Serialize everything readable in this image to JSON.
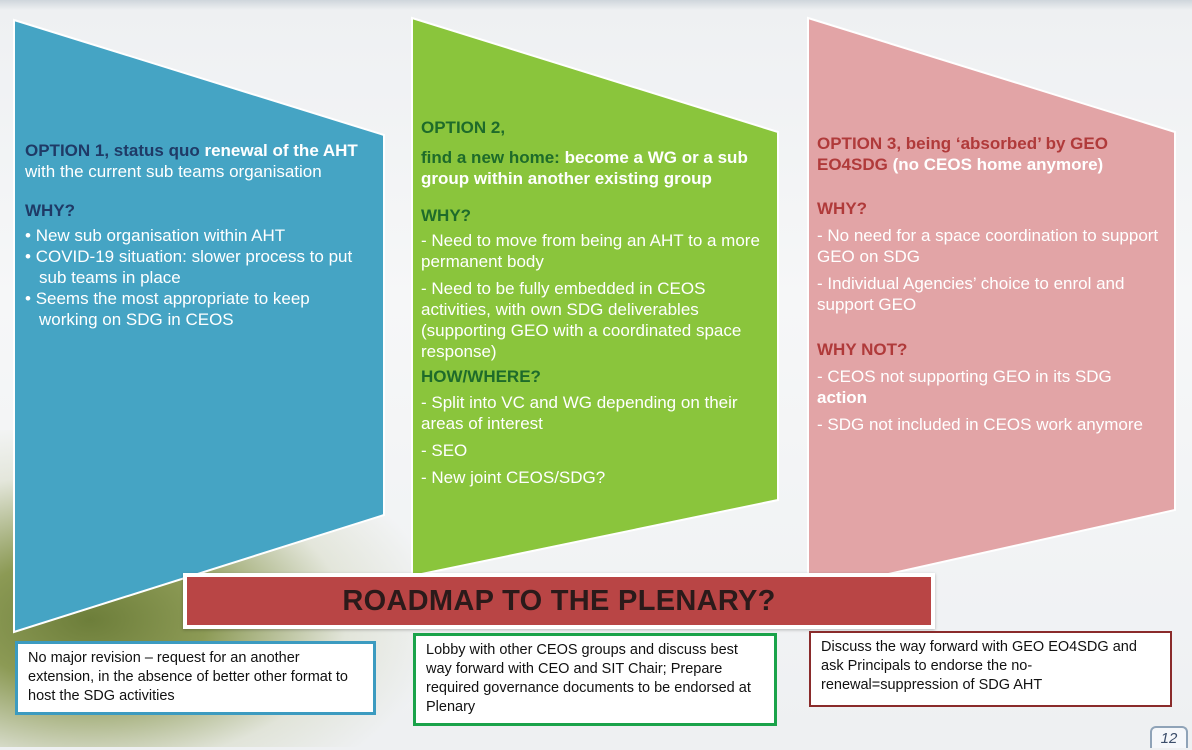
{
  "colors": {
    "option1": "#45a4c4",
    "option2": "#8ac53c",
    "option3": "#e2a4a6",
    "banner": "#b94545"
  },
  "option1": {
    "title_part1": "OPTION 1, status quo ",
    "title_part2": "renewal of the AHT",
    "title_part3": " with the current sub teams organisation",
    "why_heading": "WHY?",
    "why_items": [
      "New sub organisation within AHT",
      "COVID-19 situation: slower process to put sub teams in place",
      "Seems the most appropriate to keep working on SDG in CEOS"
    ]
  },
  "option2": {
    "title_line1": "OPTION 2,",
    "title_part1": "find a new home: ",
    "title_part2": "become a WG or a sub group within another existing group",
    "why_heading": "WHY?",
    "why_items": [
      "- Need to move from being an AHT to a more permanent body",
      "- Need to be fully embedded in CEOS activities, with own SDG deliverables (supporting GEO with a coordinated space response)"
    ],
    "how_heading": "HOW/WHERE?",
    "how_items": [
      "- Split into VC and WG depending on their areas of interest",
      "- SEO",
      "- New joint CEOS/SDG?"
    ]
  },
  "option3": {
    "title_part1": "OPTION 3, being ‘absorbed’ by GEO EO4SDG",
    "title_part2": " (no CEOS home anymore)",
    "why_heading": "WHY?",
    "why_items": [
      "- No need for a space coordination to support GEO on SDG",
      "- Individual Agencies’ choice to enrol and support GEO"
    ],
    "whynot_heading": "WHY NOT?",
    "whynot_item1_part1": "- CEOS not supporting GEO in its SDG ",
    "whynot_item1_part2": "action",
    "whynot_item2": "- SDG not included in CEOS work anymore"
  },
  "banner": {
    "label": "ROADMAP TO THE PLENARY?"
  },
  "boxes": {
    "box1": "No major revision – request for an another extension, in the absence of better other format to host the SDG activities",
    "box2": "Lobby with other CEOS groups and discuss best way forward with CEO and SIT Chair; Prepare required governance documents to be endorsed at Plenary",
    "box3": "Discuss the way forward with GEO EO4SDG and ask Principals to endorse the no-renewal=suppression of SDG AHT"
  },
  "page_number": "12"
}
